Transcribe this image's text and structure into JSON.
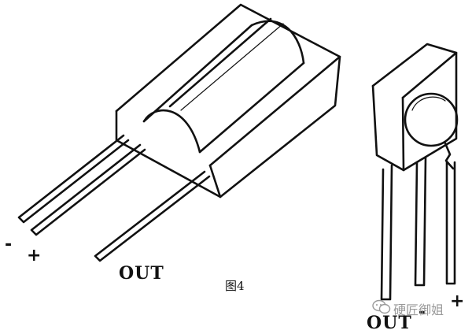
{
  "left_component": {
    "minus_label": "-",
    "plus_label": "+",
    "out_label": "OUT"
  },
  "right_component": {
    "out_label": "OUT",
    "minus_label": "-",
    "plus_label": "+"
  },
  "figure_caption": "图4",
  "watermark": {
    "text": "硬匠御姐",
    "icon": "wechat-icon"
  },
  "colors": {
    "line": "#111111",
    "background": "#ffffff",
    "watermark": "#9a9a9a"
  }
}
